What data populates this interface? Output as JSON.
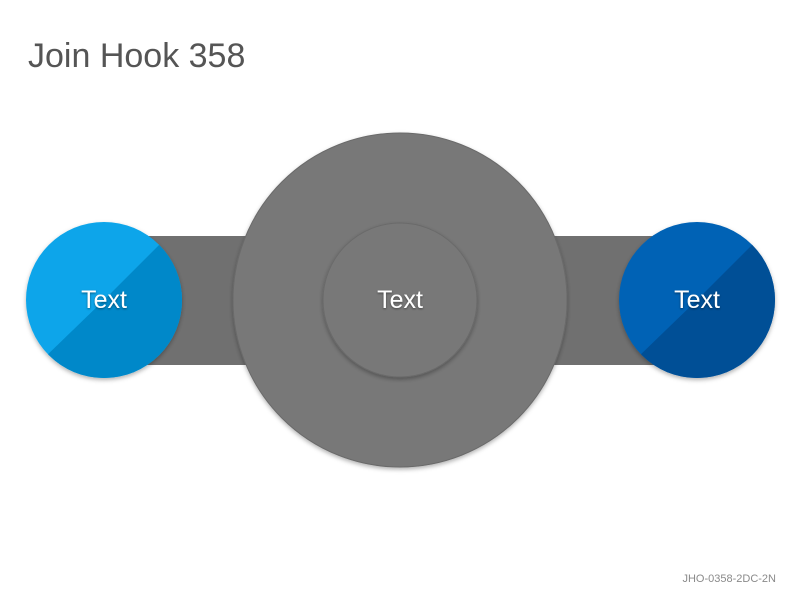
{
  "title": "Join Hook 358",
  "footer_code": "JHO-0358-2DC-2N",
  "nodes": {
    "left": {
      "label": "Text",
      "color": "#0aa5ea",
      "shade": "#0588c9"
    },
    "center": {
      "label": "Text",
      "color": "#787878"
    },
    "right": {
      "label": "Text",
      "color": "#0562b5",
      "shade": "#034f96"
    }
  },
  "connector_color": "#707070"
}
